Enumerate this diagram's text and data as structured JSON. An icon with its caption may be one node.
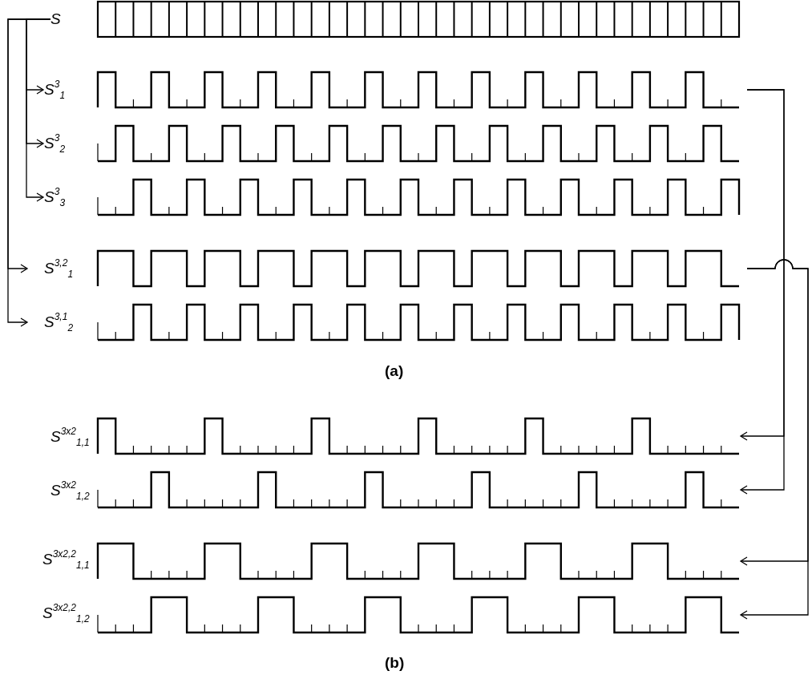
{
  "diagram": {
    "nodes": [
      {
        "text": [
          "S"
        ]
      },
      {
        "text": [],
        "shape": "waveform"
      },
      {
        "text": [
          "S$^{3}$$_{1}$"
        ]
      },
      {
        "text": [],
        "shape": "waveform"
      },
      {
        "text": [
          "S$^{3}$$_{2}$"
        ]
      },
      {
        "text": [],
        "shape": "waveform"
      },
      {
        "text": [
          "S$^{3}$$_{3}$"
        ]
      },
      {
        "text": [],
        "shape": "waveform"
      },
      {
        "text": [
          "S$^{3,2}$$_{1}$"
        ]
      },
      {
        "text": [],
        "shape": "waveform"
      },
      {
        "text": [
          "S$^{3,1}$$_{2}$"
        ]
      },
      {
        "text": [],
        "shape": "waveform"
      },
      {
        "text": [
          "S$^{3x2}$$_{1,1}$"
        ]
      },
      {
        "text": [],
        "shape": "waveform"
      },
      {
        "text": [
          "S$^{3x2}$$_{1,2}$"
        ]
      },
      {
        "text": [],
        "shape": "waveform"
      },
      {
        "text": [
          "S$^{3x2,2}$$_{1,1}$"
        ]
      },
      {
        "text": [],
        "shape": "waveform"
      },
      {
        "text": [
          "S$^{3x2,2}$$_{1,2}$"
        ]
      },
      {
        "text": [],
        "shape": "waveform"
      }
    ],
    "edges": [
      {
        "from": 0,
        "to": 2,
        "arrow": "to"
      },
      {
        "from": 0,
        "to": 4,
        "arrow": "to"
      },
      {
        "from": 0,
        "to": 6,
        "arrow": "to"
      },
      {
        "from": 0,
        "to": 8,
        "arrow": "to"
      },
      {
        "from": 0,
        "to": 10,
        "arrow": "to"
      },
      {
        "from": 3,
        "to": 13,
        "arrow": "to"
      },
      {
        "from": 3,
        "to": 15,
        "arrow": "to"
      },
      {
        "from": 9,
        "to": 17,
        "arrow": "to"
      },
      {
        "from": 9,
        "to": 19,
        "arrow": "to"
      }
    ],
    "labels": [
      "(a)",
      "(b)"
    ]
  }
}
